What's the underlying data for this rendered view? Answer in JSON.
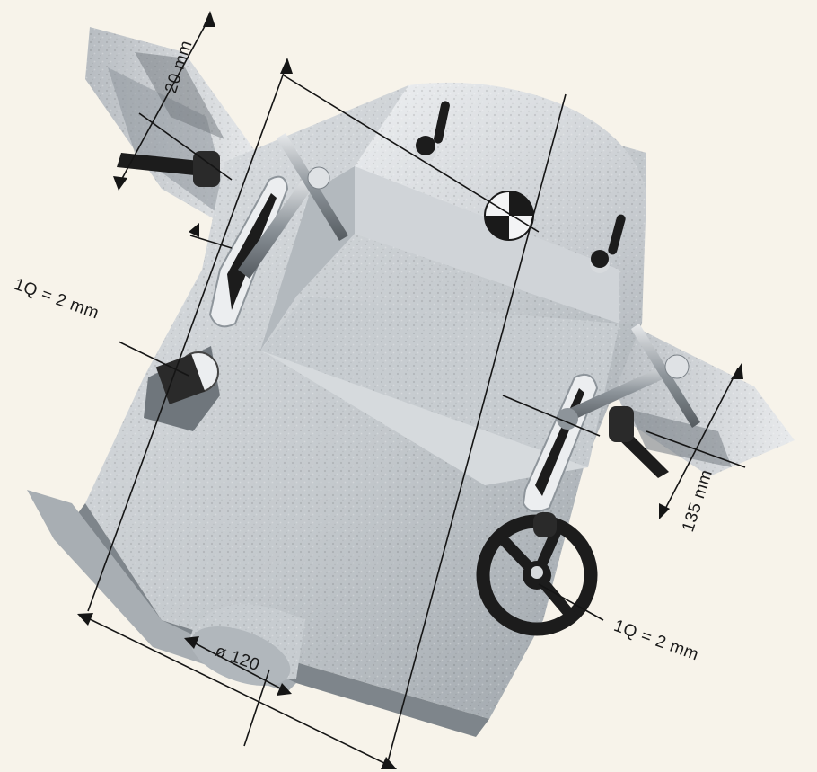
{
  "labels": {
    "dim_top_left": "20 mm",
    "dim_right": "135 mm",
    "dim_bottom": "ø 120",
    "feed_left": "1Q = 2  mm",
    "feed_right": "1Q = 2  mm"
  },
  "colors": {
    "background": "#f7f3ea",
    "casting": "#c9cdd1",
    "casting_dark": "#8e959b",
    "casting_light": "#e4e7ea",
    "handle": "#1c1c1c",
    "dimension_line": "#151515"
  }
}
